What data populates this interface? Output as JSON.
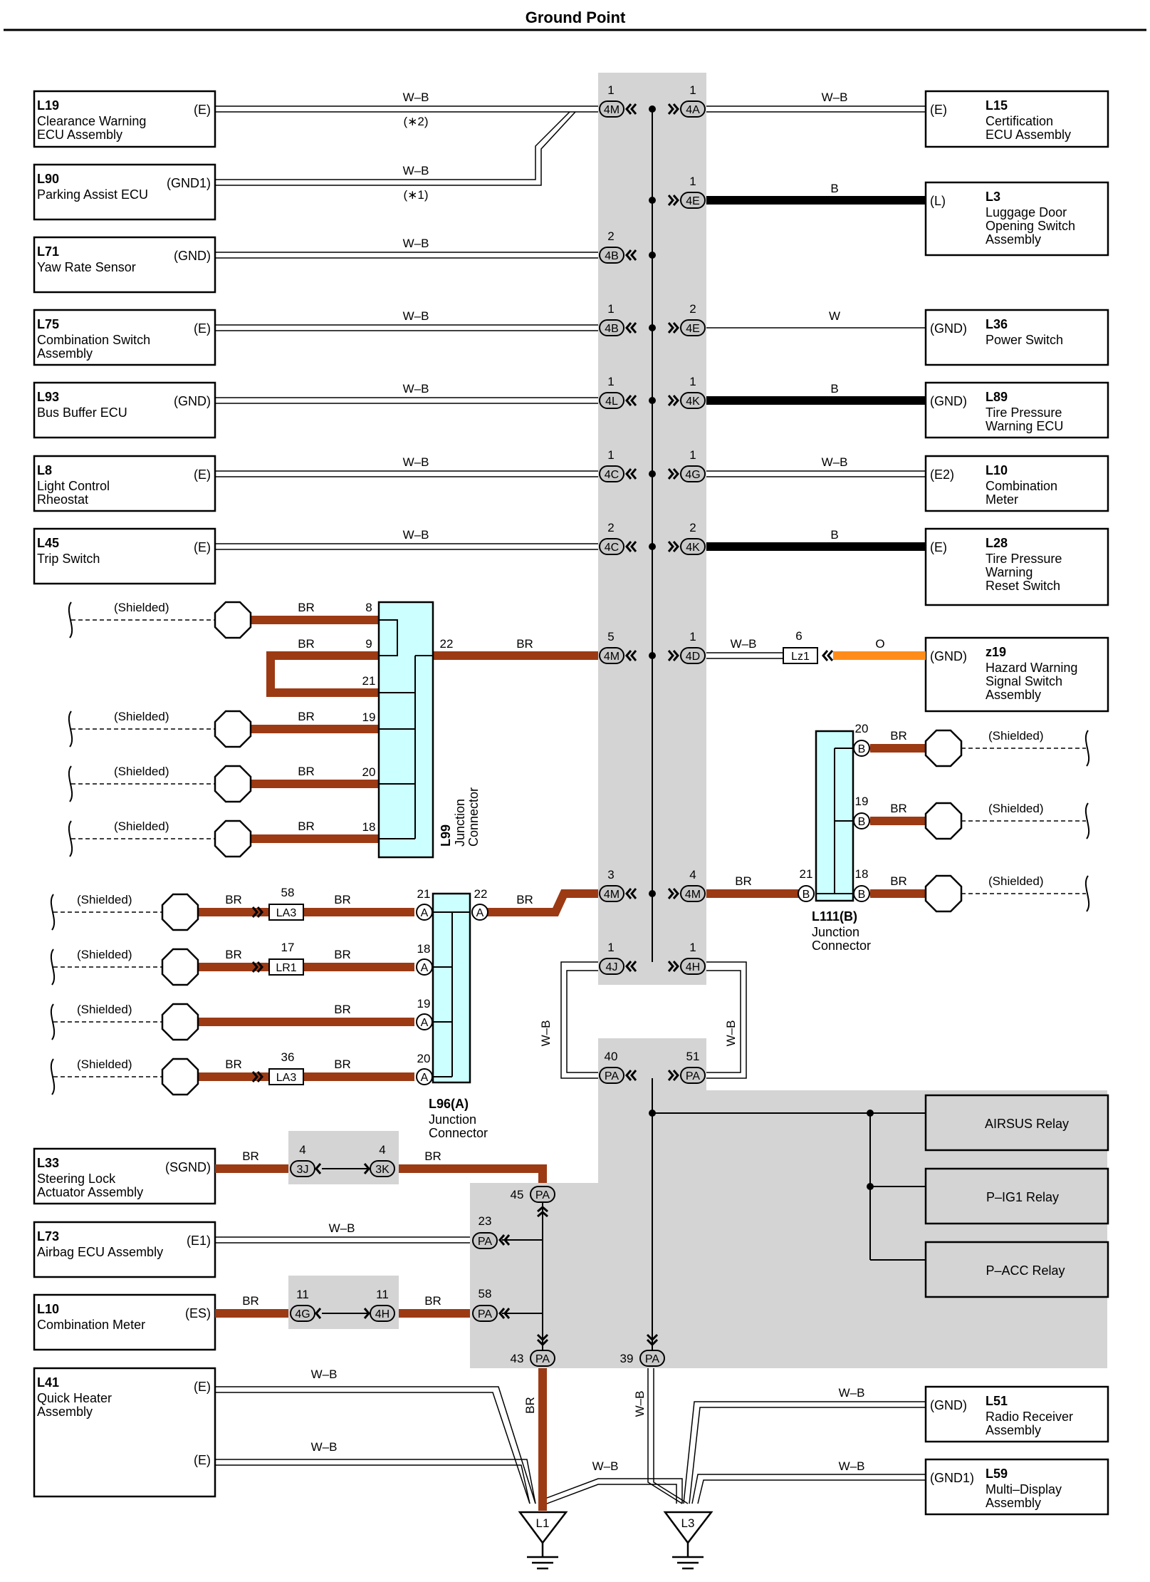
{
  "title": "Ground Point",
  "wire_colors": {
    "BR": "#9c3a14",
    "B": "#000000",
    "O": "#ff8c1a",
    "WB": "#ffffff"
  },
  "gray_region": "#d4d4d4",
  "connector_fill": "#ccffff",
  "left_components": [
    {
      "code": "L19",
      "lines": [
        "Clearance Warning",
        "ECU Assembly"
      ],
      "pin": "(E)"
    },
    {
      "code": "L90",
      "lines": [
        "Parking Assist ECU"
      ],
      "pin": "(GND1)"
    },
    {
      "code": "L71",
      "lines": [
        "Yaw Rate Sensor"
      ],
      "pin": "(GND)"
    },
    {
      "code": "L75",
      "lines": [
        "Combination Switch",
        "Assembly"
      ],
      "pin": "(E)"
    },
    {
      "code": "L93",
      "lines": [
        "Bus Buffer ECU"
      ],
      "pin": "(GND)"
    },
    {
      "code": "L8",
      "lines": [
        "Light Control",
        "Rheostat"
      ],
      "pin": "(E)"
    },
    {
      "code": "L45",
      "lines": [
        "Trip Switch"
      ],
      "pin": "(E)"
    },
    {
      "code": "L33",
      "lines": [
        "Steering Lock",
        "Actuator Assembly"
      ],
      "pin": "(SGND)"
    },
    {
      "code": "L73",
      "lines": [
        "Airbag ECU Assembly"
      ],
      "pin": "(E1)"
    },
    {
      "code": "L10",
      "lines": [
        "Combination Meter"
      ],
      "pin": "(ES)"
    },
    {
      "code": "L41",
      "lines": [
        "Quick Heater",
        "Assembly"
      ],
      "pin": "(E)",
      "pin2": "(E)"
    }
  ],
  "right_components": [
    {
      "code": "L15",
      "lines": [
        "Certification",
        "ECU Assembly"
      ],
      "pin": "(E)"
    },
    {
      "code": "L3",
      "lines": [
        "Luggage Door",
        "Opening Switch",
        "Assembly"
      ],
      "pin": "(L)"
    },
    {
      "code": "L36",
      "lines": [
        "Power Switch"
      ],
      "pin": "(GND)"
    },
    {
      "code": "L89",
      "lines": [
        "Tire Pressure",
        "Warning ECU"
      ],
      "pin": "(GND)"
    },
    {
      "code": "L10",
      "lines": [
        "Combination",
        "Meter"
      ],
      "pin": "(E2)"
    },
    {
      "code": "L28",
      "lines": [
        "Tire Pressure",
        "Warning",
        "Reset Switch"
      ],
      "pin": "(E)"
    },
    {
      "code": "z19",
      "lines": [
        "Hazard Warning",
        "Signal Switch",
        "Assembly"
      ],
      "pin": "(GND)"
    },
    {
      "code": "L51",
      "lines": [
        "Radio Receiver",
        "Assembly"
      ],
      "pin": "(GND)"
    },
    {
      "code": "L59",
      "lines": [
        "Multi–Display",
        "Assembly"
      ],
      "pin": "(GND1)"
    }
  ],
  "relays": [
    "AIRSUS Relay",
    "P–IG1 Relay",
    "P–ACC Relay"
  ],
  "wire_labels": {
    "wb": "W–B",
    "br": "BR",
    "b": "B",
    "w": "W",
    "o": "O"
  },
  "notes": {
    "star2": "(∗2)",
    "star1": "(∗1)"
  },
  "shielded": "(Shielded)",
  "junction_connectors": [
    {
      "id": "L99",
      "label": "Junction",
      "label2": "Connector"
    },
    {
      "id": "L96(A)",
      "label": "Junction",
      "label2": "Connector"
    },
    {
      "id": "L111(B)",
      "label": "Junction",
      "label2": "Connector"
    }
  ],
  "inline_connectors": [
    "LA3",
    "LR1",
    "LA3",
    "Lz1"
  ],
  "grounds": [
    "L1",
    "L3"
  ]
}
